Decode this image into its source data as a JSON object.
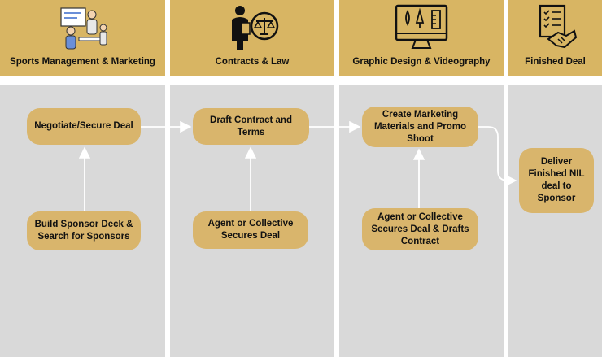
{
  "headers": [
    {
      "title": "Sports Management & Marketing",
      "icon": "team-meeting-icon"
    },
    {
      "title": "Contracts & Law",
      "icon": "lawyer-scales-icon"
    },
    {
      "title": "Graphic Design & Videography",
      "icon": "design-monitor-icon"
    },
    {
      "title": "Finished Deal",
      "icon": "handshake-contract-icon"
    }
  ],
  "nodes": {
    "negotiate": "Negotiate/Secure Deal",
    "build_deck": "Build Sponsor Deck & Search for Sponsors",
    "draft_contract": "Draft Contract and Terms",
    "agent_secures": "Agent or Collective Secures Deal",
    "create_marketing": "Create Marketing Materials and Promo Shoot",
    "agent_secures_drafts": "Agent or Collective Secures Deal & Drafts Contract",
    "deliver": "Deliver Finished NIL deal to Sponsor"
  },
  "colors": {
    "header_bg": "#d8b563",
    "node_bg": "#d9b56c",
    "column_bg": "#d9d9d9",
    "arrow": "#ffffff"
  }
}
